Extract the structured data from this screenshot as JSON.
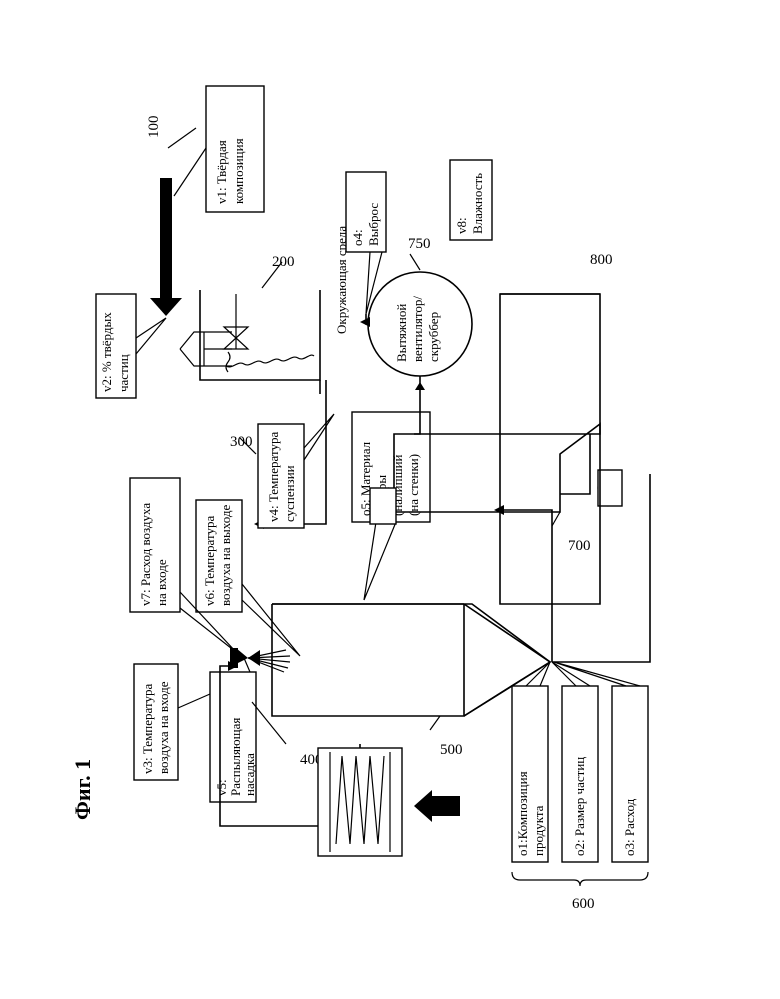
{
  "figure_caption": "Фиг. 1",
  "reference_numbers": {
    "n100": "100",
    "n200": "200",
    "n300": "300",
    "n400": "400",
    "n500": "500",
    "n600": "600",
    "n700": "700",
    "n750": "750",
    "n800": "800"
  },
  "variables": {
    "v1": [
      "v1: Твёрдая",
      "композиция"
    ],
    "v2": [
      "v2: % твёрдых",
      "частиц"
    ],
    "v3": [
      "v3: Температура",
      "воздуха на входе"
    ],
    "v4": [
      "v4: Температура",
      "суспензии"
    ],
    "v5": [
      "v5:",
      "Распыляющая",
      "насадка"
    ],
    "v6": [
      "v6: Температура",
      "воздуха на выходе"
    ],
    "v7": [
      "v7: Расход воздуха",
      "на входе"
    ],
    "v8": [
      "v8:",
      "Влажность"
    ]
  },
  "outputs": {
    "o1": [
      "o1:Композиция",
      "продукта"
    ],
    "o2": [
      "o2: Размер частиц"
    ],
    "o3": [
      "o3: Расход"
    ],
    "o4": [
      "o4:",
      "Выброс"
    ],
    "o5": [
      "o5: Материал",
      "камеры",
      "(налипший",
      "(на стенки)"
    ]
  },
  "components": {
    "fan_scrubber": [
      "Вытяжной",
      "вентилятор/",
      "скруббер"
    ],
    "ambient": "Окружающая среда"
  }
}
